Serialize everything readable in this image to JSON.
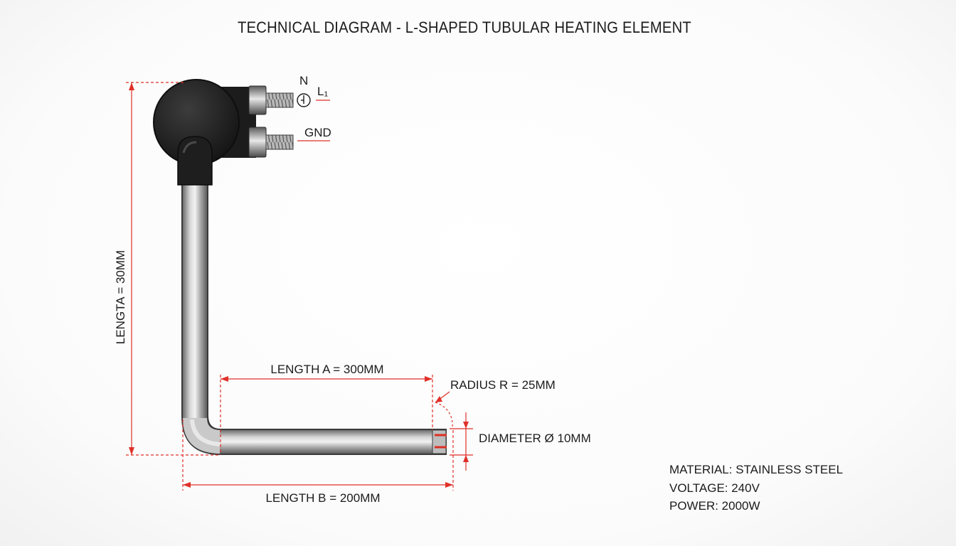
{
  "title": "TECHNICAL DIAGRAM - L-SHAPED TUBULAR HEATING ELEMENT",
  "terminals": {
    "n": "N",
    "l1": "L₁",
    "gnd": "GND"
  },
  "dimensions": {
    "vertical_length": "LENGTA = 30MM",
    "length_a": "LENGTH A = 300MM",
    "length_b": "LENGTH B = 200MM",
    "radius": "RADIUS R = 25MM",
    "diameter": "DIAMETER Ø 10MM"
  },
  "specs": {
    "material": "MATERIAL: STAINLESS STEEL",
    "voltage": "VOLTAGE: 240V",
    "power": "POWER: 2000W"
  },
  "colors": {
    "dimension_line": "#e0302a",
    "terminal_housing": "#202020",
    "tube_steel": "#a9a9a9"
  }
}
